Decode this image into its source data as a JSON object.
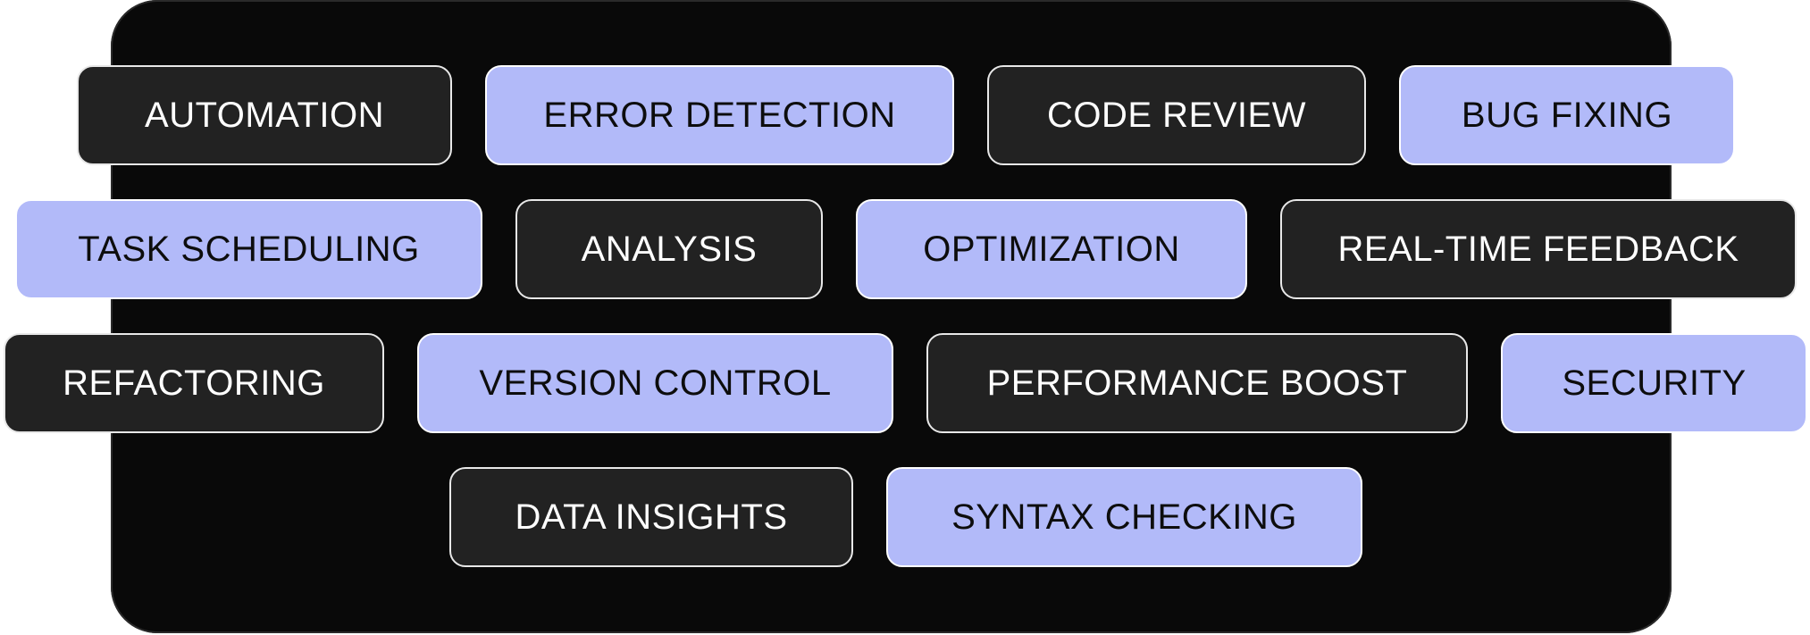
{
  "colors": {
    "panel_background": "#090909",
    "dark_chip": "#222222",
    "light_chip": "#b2baf9",
    "dark_text": "#ffffff",
    "light_text": "#0d0d0d"
  },
  "tags": {
    "automation": "AUTOMATION",
    "error_detection": "ERROR DETECTION",
    "code_review": "CODE REVIEW",
    "bug_fixing": "BUG FIXING",
    "task_scheduling": "TASK SCHEDULING",
    "analysis": "ANALYSIS",
    "optimization": "OPTIMIZATION",
    "real_time_feedback": "REAL-TIME FEEDBACK",
    "refactoring": "REFACTORING",
    "version_control": "VERSION CONTROL",
    "performance_boost": "PERFORMANCE BOOST",
    "security": "SECURITY",
    "data_insights": "DATA INSIGHTS",
    "syntax_checking": "SYNTAX CHECKING"
  }
}
